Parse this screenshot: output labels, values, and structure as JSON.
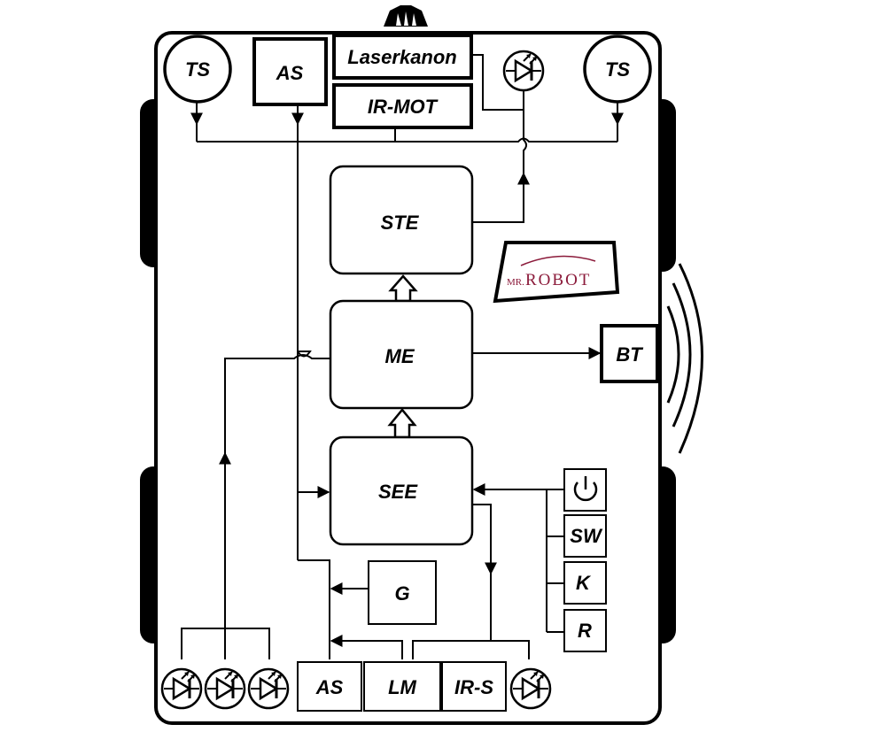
{
  "blocks": {
    "ts_left": "TS",
    "ts_right": "TS",
    "as_top": "AS",
    "laser": "Laserkanon",
    "ir_mot": "IR-MOT",
    "ste": "STE",
    "me": "ME",
    "see": "SEE",
    "bt": "BT",
    "g": "G",
    "as_bottom": "AS",
    "lm": "LM",
    "ir_s": "IR-S",
    "sw": "SW",
    "k": "K",
    "r": "R"
  },
  "logo": {
    "prefix": "MR.",
    "name": "ROBOT",
    "color": "#8b1a3a"
  },
  "icons": {
    "power": "power-icon",
    "led": "led-diode-icon",
    "antenna": "antenna-mount-icon",
    "signal": "wireless-signal-icon",
    "wheel": "wheel-icon"
  }
}
